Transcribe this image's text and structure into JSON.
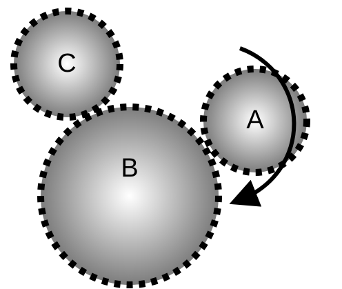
{
  "gears": [
    {
      "id": "gear-c",
      "label": "C"
    },
    {
      "id": "gear-b",
      "label": "B"
    },
    {
      "id": "gear-a",
      "label": "A"
    }
  ],
  "rotation_arrow": {
    "icon": "clockwise-arrow-icon",
    "around": "A"
  },
  "colors": {
    "gear_center": "#ffffff",
    "gear_edge": "#7c7c7c",
    "teeth": "#000000",
    "arrow": "#000000",
    "background": "#ffffff"
  }
}
